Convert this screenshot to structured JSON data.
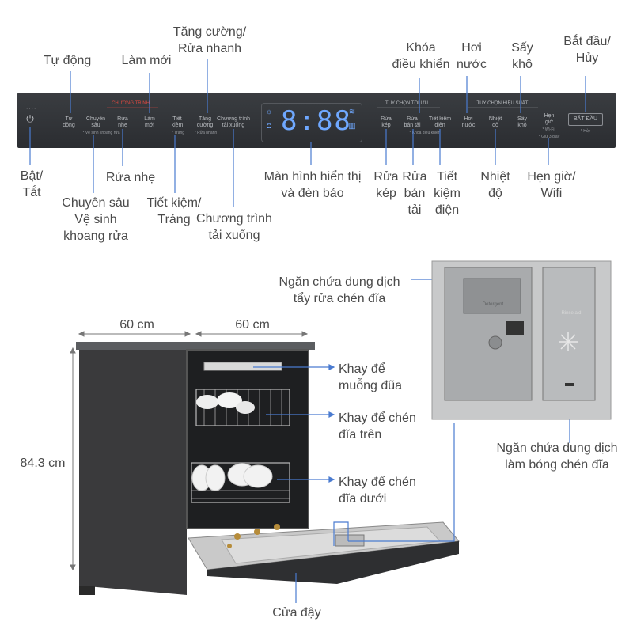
{
  "panel": {
    "callouts": {
      "tang_cuong": "Tăng cường/\nRửa nhanh",
      "tu_dong": "Tự động",
      "lam_moi": "Làm mới",
      "khoa": "Khóa\nđiều khiển",
      "hoi_nuoc": "Hơi\nnước",
      "say_kho": "Sấy\nkhô",
      "bat_dau_huy": "Bắt đầu/\nHủy",
      "bat_tat": "Bật/\nTắt",
      "chuyen_sau": "Chuyên sâu\nVệ sinh\nkhoang rửa",
      "rua_nhe": "Rửa nhẹ",
      "tiet_kiem_trang": "Tiết kiệm/\nTráng",
      "chuong_trinh_tai": "Chương trình\ntải xuống",
      "man_hinh": "Màn hình hiển thị\nvà đèn báo",
      "rua_kep": "Rửa\nkép",
      "rua_ban_tai": "Rửa\nbán\ntải",
      "tiet_kiem_dien": "Tiết\nkiệm\nđiện",
      "nhiet_do": "Nhiệt\nđộ",
      "hen_gio": "Hẹn giờ/\nWifi"
    },
    "printed": {
      "chuong_trinh_header": "CHƯƠNG TRÌNH",
      "tuy_chon_toi_uu": "TÙY CHỌN TỐI ƯU",
      "tuy_chon_hieu_suat": "TÙY CHỌN HIỆU SUẤT",
      "tu_dong": "Tự\nđộng",
      "chuyen_sau": "Chuyên\nsâu",
      "chuyen_sau_sub": "* Vệ sinh khoang rửa",
      "rua_nhe": "Rửa\nnhẹ",
      "lam_moi": "Làm\nmới",
      "tiet_kiem": "Tiết\nkiệm",
      "tiet_kiem_sub": "* Tráng",
      "tang_cuong": "Tăng\ncường",
      "tang_cuong_sub": "* Rửa nhanh",
      "chuong_trinh_tai": "Chương trình\ntải xuống",
      "display": "8:88",
      "rua_kep": "Rửa\nkép",
      "rua_ban_tai": "Rửa\nbán tải",
      "tiet_kiem_dien": "Tiết kiệm\nđiện",
      "khoa_sub": "* Khóa điều khiển",
      "hoi_nuoc": "Hơi\nnước",
      "nhiet_do": "Nhiệt\nđộ",
      "say_kho": "Sấy\nkhô",
      "hen_gio": "Hẹn\ngiờ",
      "wifi_sub": "* Wi-Fi",
      "giu_3_giay": "* Giữ 3 giây",
      "bat_dau_button": "BẮT ĐẦU",
      "huy_sub": "* Hủy"
    }
  },
  "machine": {
    "width_label": "60 cm",
    "depth_label": "60 cm",
    "height_label": "84.3 cm",
    "callouts": {
      "khay_muong": "Khay để\nmuỗng đũa",
      "khay_tren": "Khay để chén\nđĩa trên",
      "khay_duoi": "Khay để chén\nđĩa dưới",
      "cua_day": "Cửa đậy"
    }
  },
  "dispenser": {
    "callouts": {
      "detergent": "Ngăn chứa dung dịch\ntẩy rửa chén đĩa",
      "rinse": "Ngăn chứa dung dịch\nlàm bóng chén đĩa"
    },
    "printed": {
      "detergent": "Detergent",
      "rinse_aid": "Rinse aid"
    }
  },
  "colors": {
    "panel": "#2f3135",
    "accent_line": "#4a7bd0",
    "red_text": "#e2483f",
    "machine_body": "#3a3a3c",
    "dispenser_grey": "#b4b6b8"
  }
}
